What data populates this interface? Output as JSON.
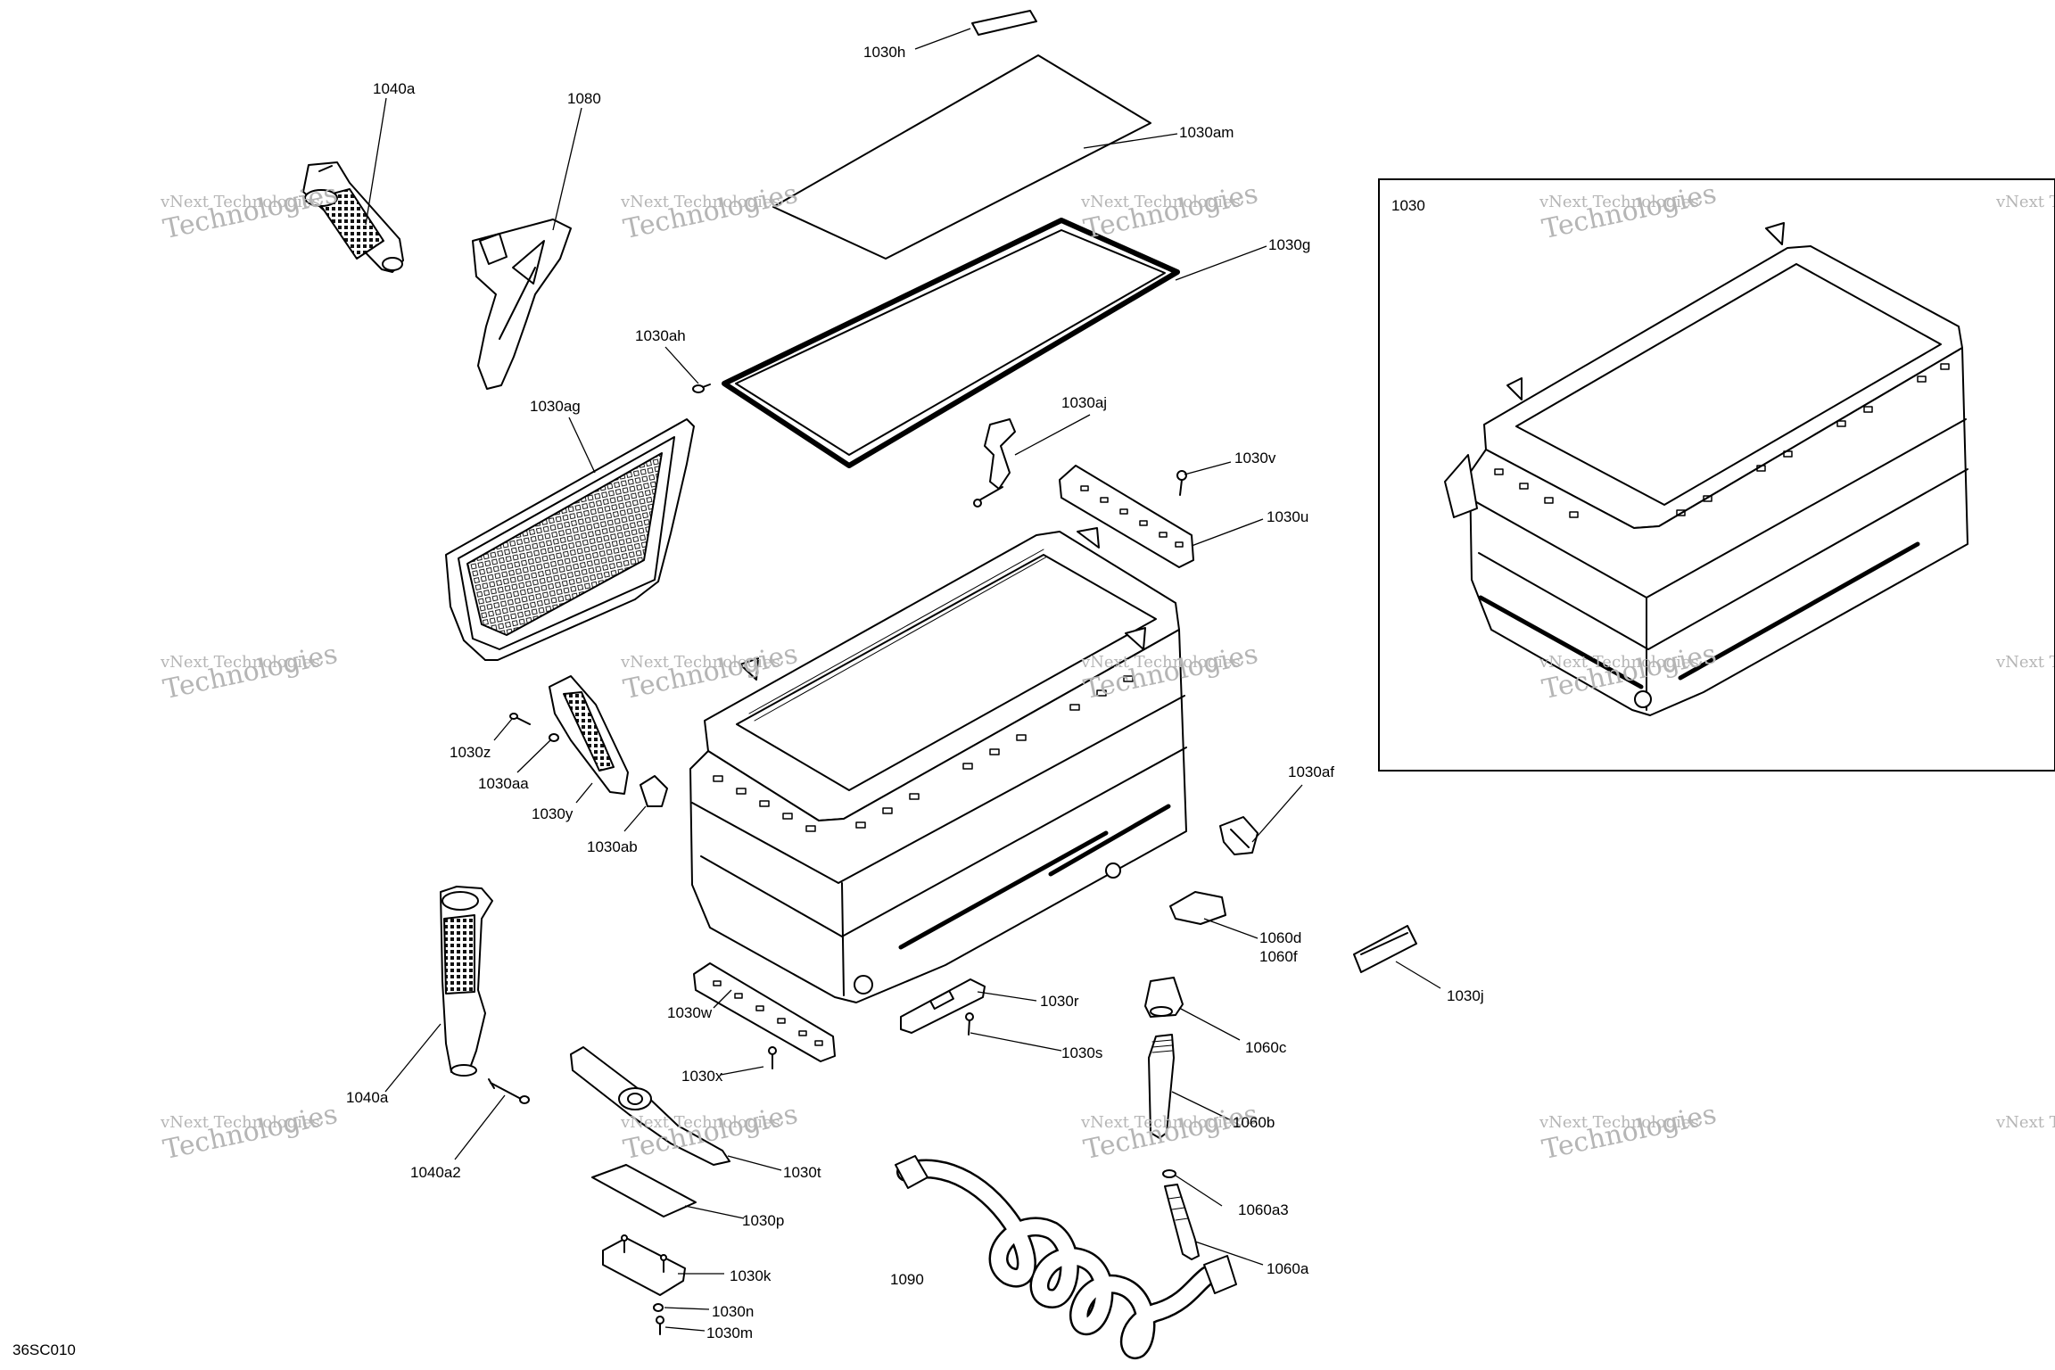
{
  "figure_code": "36SC010",
  "inset": {
    "label": "1030"
  },
  "watermark": {
    "line1": "vNext Technologies",
    "line2": "Technologies"
  },
  "callouts": [
    {
      "id": "1030h",
      "text": "1030h"
    },
    {
      "id": "1030am",
      "text": "1030am"
    },
    {
      "id": "1040a-top",
      "text": "1040a"
    },
    {
      "id": "1080",
      "text": "1080"
    },
    {
      "id": "1030g",
      "text": "1030g"
    },
    {
      "id": "1030ah",
      "text": "1030ah"
    },
    {
      "id": "1030ag",
      "text": "1030ag"
    },
    {
      "id": "1030aj",
      "text": "1030aj"
    },
    {
      "id": "1030v",
      "text": "1030v"
    },
    {
      "id": "1030u",
      "text": "1030u"
    },
    {
      "id": "1030z",
      "text": "1030z"
    },
    {
      "id": "1030aa",
      "text": "1030aa"
    },
    {
      "id": "1030y",
      "text": "1030y"
    },
    {
      "id": "1030ab",
      "text": "1030ab"
    },
    {
      "id": "1030af",
      "text": "1030af"
    },
    {
      "id": "1060d",
      "text": "1060d"
    },
    {
      "id": "1060f",
      "text": "1060f"
    },
    {
      "id": "1030j",
      "text": "1030j"
    },
    {
      "id": "1030r",
      "text": "1030r"
    },
    {
      "id": "1030w",
      "text": "1030w"
    },
    {
      "id": "1030s",
      "text": "1030s"
    },
    {
      "id": "1030x",
      "text": "1030x"
    },
    {
      "id": "1060c",
      "text": "1060c"
    },
    {
      "id": "1040a-bottom",
      "text": "1040a"
    },
    {
      "id": "1060b",
      "text": "1060b"
    },
    {
      "id": "1040a2",
      "text": "1040a2"
    },
    {
      "id": "1030t",
      "text": "1030t"
    },
    {
      "id": "1060a3",
      "text": "1060a3"
    },
    {
      "id": "1030p",
      "text": "1030p"
    },
    {
      "id": "1090",
      "text": "1090"
    },
    {
      "id": "1060a",
      "text": "1060a"
    },
    {
      "id": "1030k",
      "text": "1030k"
    },
    {
      "id": "1030n",
      "text": "1030n"
    },
    {
      "id": "1030m",
      "text": "1030m"
    }
  ]
}
